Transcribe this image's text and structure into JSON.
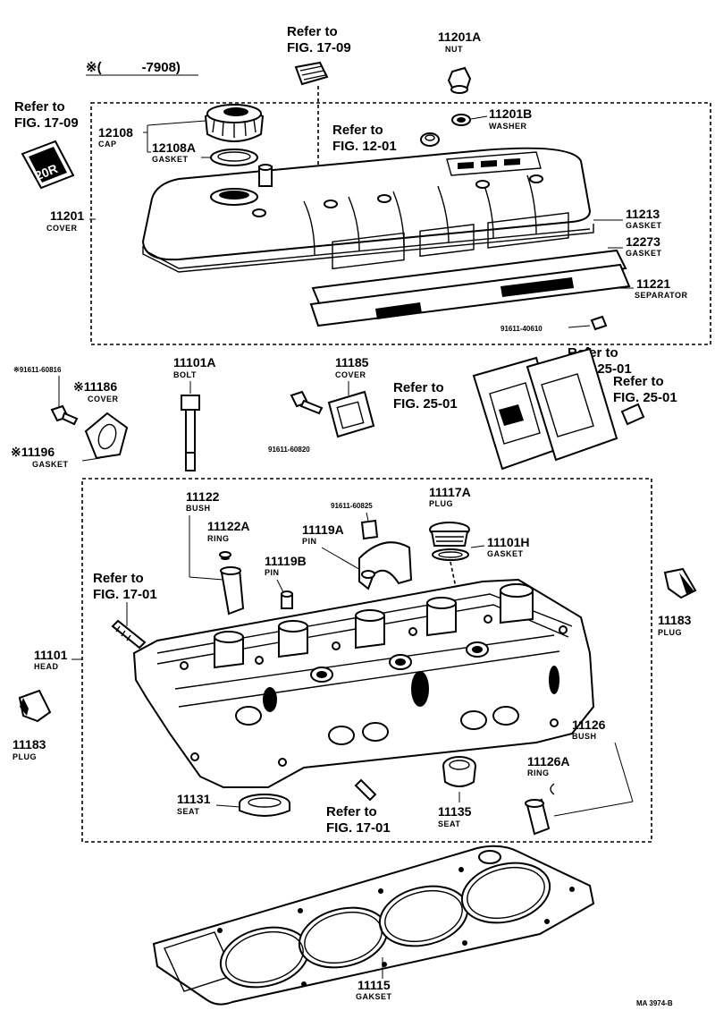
{
  "top_note": "※(　　　-7908)",
  "refs": {
    "r1709_top": [
      "Refer to",
      "FIG. 17-09"
    ],
    "r1709_left": [
      "Refer to",
      "FIG. 17-09"
    ],
    "r1201": [
      "Refer to",
      "FIG. 12-01"
    ],
    "r2501_a": [
      "Refer to",
      "FIG. 25-01"
    ],
    "r2501_b": [
      "Refer to",
      "FIG. 25-01"
    ],
    "r2501_c": [
      "Refer to",
      "FIG. 25-01"
    ],
    "r1701_a": [
      "Refer to",
      "FIG. 17-01"
    ],
    "r1701_b": [
      "Refer to",
      "FIG. 17-01"
    ]
  },
  "emblem": "20R",
  "parts": {
    "p11201A": {
      "num": "11201A",
      "name": "NUT"
    },
    "p11201B": {
      "num": "11201B",
      "name": "WASHER"
    },
    "p12108": {
      "num": "12108",
      "name": "CAP"
    },
    "p12108A": {
      "num": "12108A",
      "name": "GASKET"
    },
    "p11201": {
      "num": "11201",
      "name": "COVER"
    },
    "p11213": {
      "num": "11213",
      "name": "GASKET"
    },
    "p12273": {
      "num": "12273",
      "name": "GASKET"
    },
    "p11221": {
      "num": "11221",
      "name": "SEPARATOR"
    },
    "p9161140610": {
      "num": "91611-40610",
      "name": ""
    },
    "p9161160816": {
      "num": "※91611-60816",
      "name": ""
    },
    "p11186": {
      "num": "※11186",
      "name": "COVER"
    },
    "p11196": {
      "num": "※11196",
      "name": "GASKET"
    },
    "p11101A": {
      "num": "11101A",
      "name": "BOLT"
    },
    "p11185": {
      "num": "11185",
      "name": "COVER"
    },
    "p9161160820": {
      "num": "91611-60820",
      "name": ""
    },
    "p11122": {
      "num": "11122",
      "name": "BUSH"
    },
    "p11122A": {
      "num": "11122A",
      "name": "RING"
    },
    "p9161160825": {
      "num": "91611-60825",
      "name": ""
    },
    "p11117A": {
      "num": "11117A",
      "name": "PLUG"
    },
    "p11119A": {
      "num": "11119A",
      "name": "PIN"
    },
    "p11101H": {
      "num": "11101H",
      "name": "GASKET"
    },
    "p11119B": {
      "num": "11119B",
      "name": "PIN"
    },
    "p11183R": {
      "num": "11183",
      "name": "PLUG"
    },
    "p11101": {
      "num": "11101",
      "name": "HEAD"
    },
    "p11183L": {
      "num": "11183",
      "name": "PLUG"
    },
    "p11126": {
      "num": "11126",
      "name": "BUSH"
    },
    "p11126A": {
      "num": "11126A",
      "name": "RING"
    },
    "p11131": {
      "num": "11131",
      "name": "SEAT"
    },
    "p11135": {
      "num": "11135",
      "name": "SEAT"
    },
    "p11115": {
      "num": "11115",
      "name": "GAKSET"
    }
  },
  "footer_code": "MA 3974-B"
}
